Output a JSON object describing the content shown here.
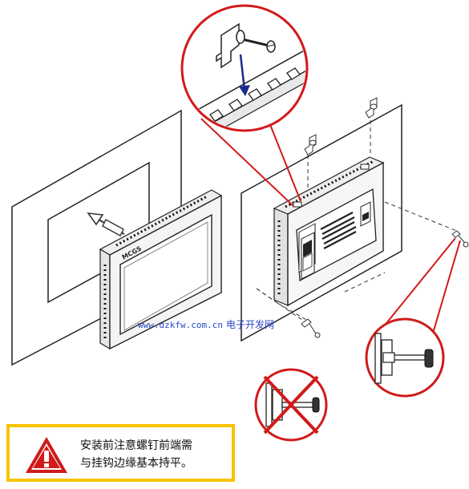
{
  "watermark": {
    "url": "www.dzkfw.com.cn",
    "site": "电子开发网"
  },
  "panel_brand": "MCGS",
  "warning": {
    "line1": "安装前注意螺钉前端需",
    "line2": "与挂钩边缘基本持平。"
  },
  "colors": {
    "callout_red": "#d11a1a",
    "arrow_blue": "#1b2a8c",
    "warning_border": "#f7c400",
    "watermark_blue": "#2a49c9"
  }
}
